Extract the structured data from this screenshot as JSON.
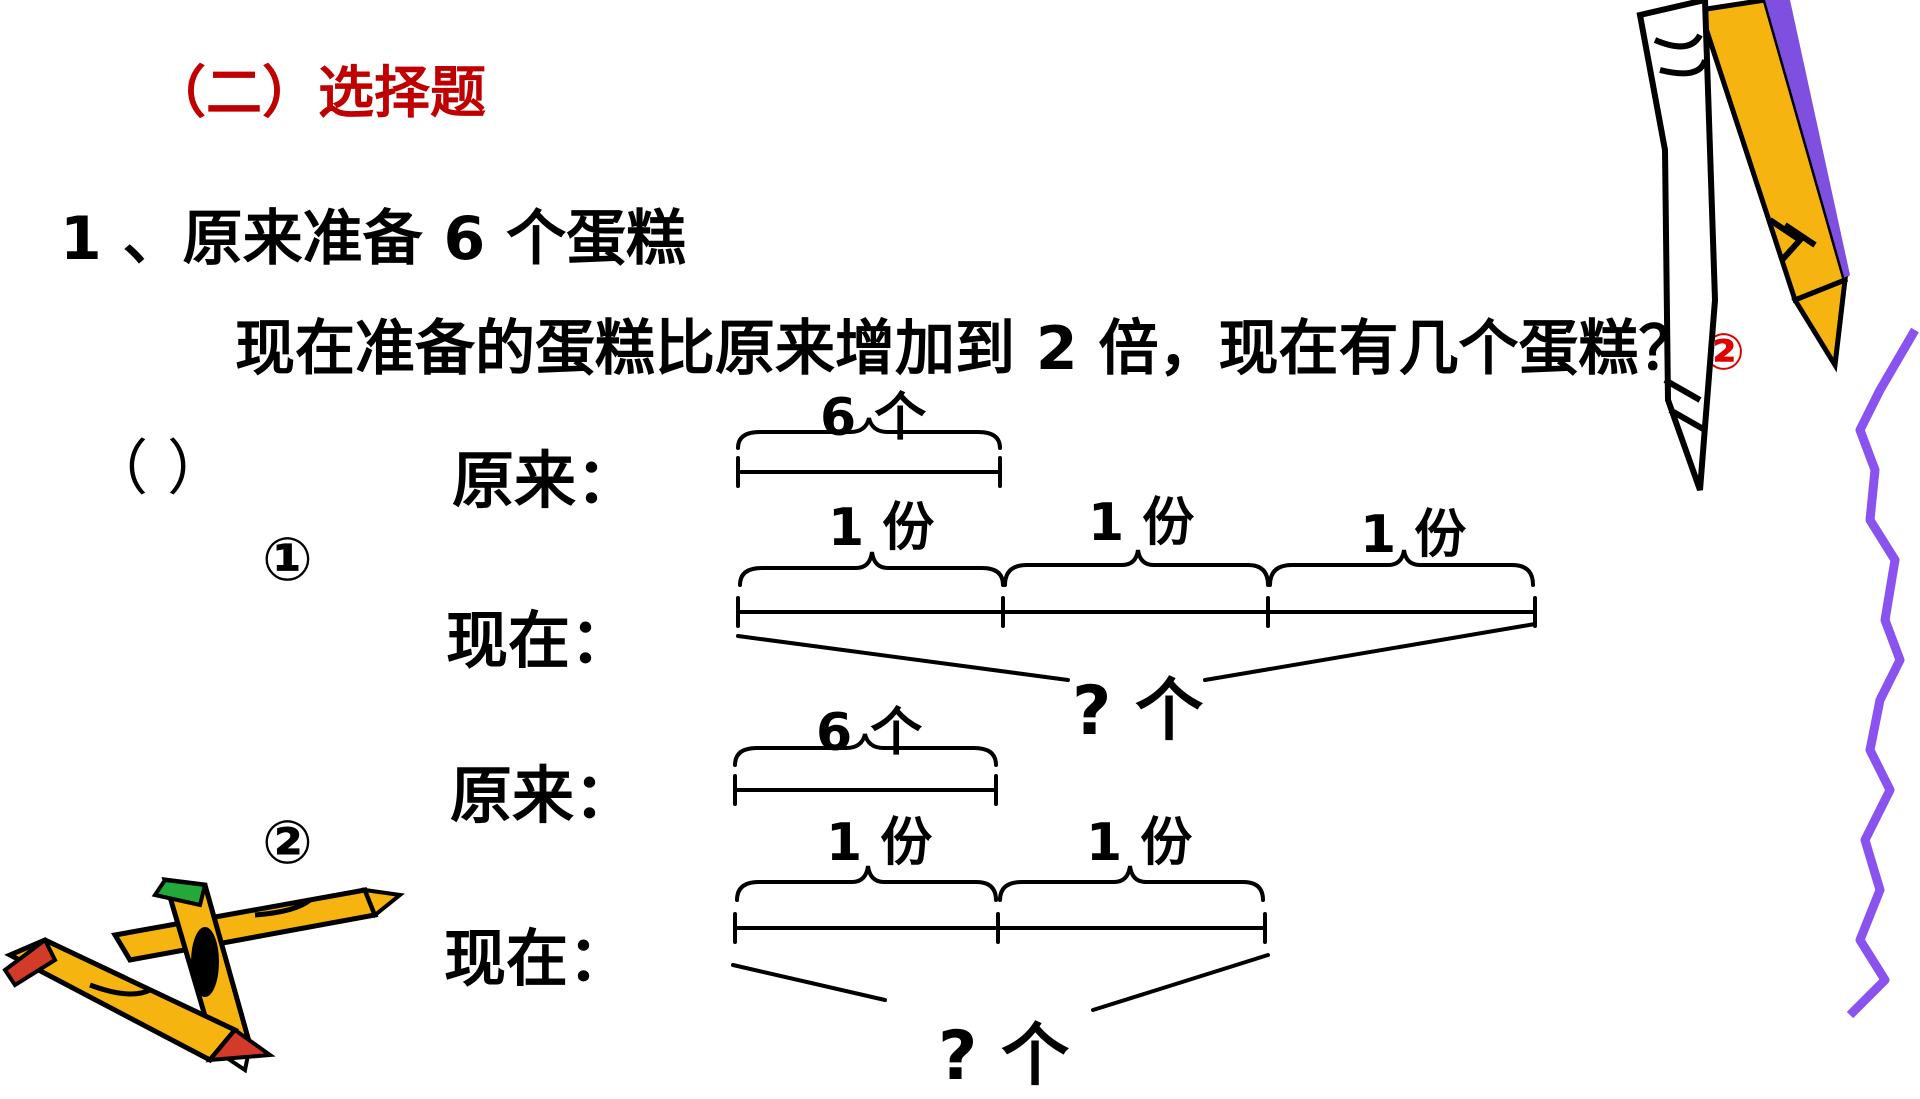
{
  "colors": {
    "title": "#c00000",
    "marker": "#e00000",
    "pencil_body": "#f5b40f",
    "pencil_edge": "#7f4fe0",
    "squiggle": "#8a52ee",
    "green_cap": "#22a93a",
    "red_cap": "#d23a2a"
  },
  "section_title": "（二）选择题",
  "question": {
    "line1": "1 、原来准备 6 个蛋糕",
    "line2": "现在准备的蛋糕比原来增加到 2 倍，现在有几个蛋糕？",
    "marker": "②"
  },
  "answer_parens": "（        ）",
  "options": [
    {
      "number": "①",
      "original_label": "原来：",
      "original_total": "6 个",
      "now_label": "现在：",
      "segment_labels": [
        "1 份",
        "1 份",
        "1 份"
      ],
      "unknown_label": "? 个"
    },
    {
      "number": "②",
      "original_label": "原来：",
      "original_total": "6 个",
      "now_label": "现在：",
      "segment_labels": [
        "1 份",
        "1 份"
      ],
      "unknown_label": "? 个"
    }
  ],
  "icons": {
    "pen_top_right": "pencil-icon",
    "pencils_bottom_left": "crossed-pencils-icon",
    "squiggle_right": "wavy-border-decoration"
  }
}
